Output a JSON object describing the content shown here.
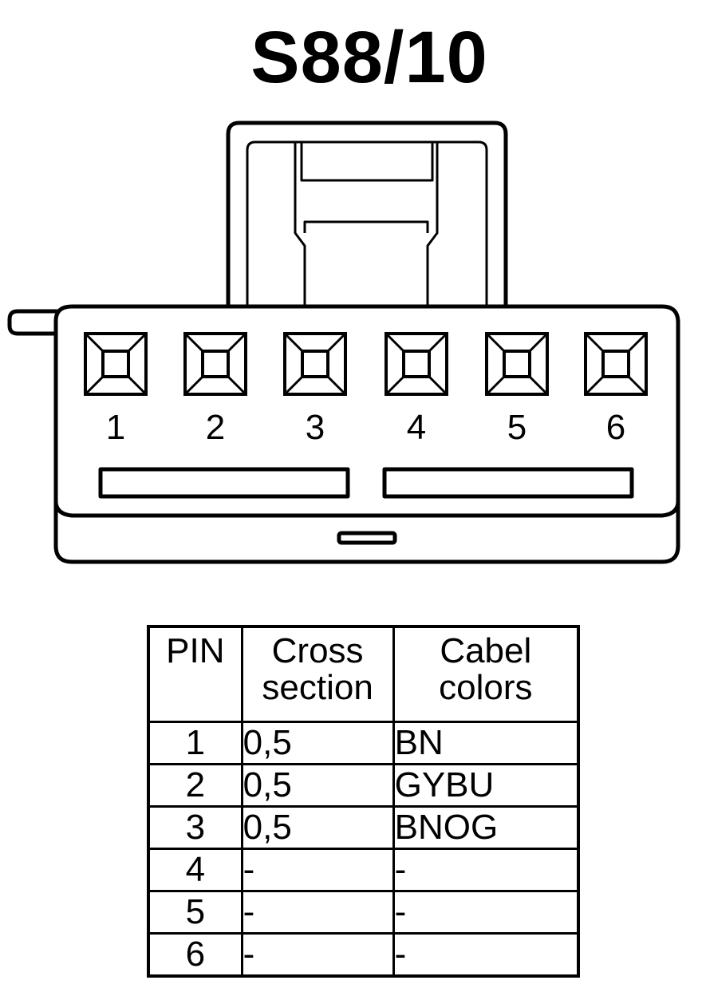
{
  "title": "S88/10",
  "pins": [
    "1",
    "2",
    "3",
    "4",
    "5",
    "6"
  ],
  "table": {
    "headers": {
      "pin": "PIN",
      "cross_line1": "Cross",
      "cross_line2": "section",
      "colors_line1": "Cabel",
      "colors_line2": "colors"
    },
    "rows": [
      {
        "pin": "1",
        "cross": "0,5",
        "color": "BN"
      },
      {
        "pin": "2",
        "cross": "0,5",
        "color": "GYBU"
      },
      {
        "pin": "3",
        "cross": "0,5",
        "color": "BNOG"
      },
      {
        "pin": "4",
        "cross": "-",
        "color": "-"
      },
      {
        "pin": "5",
        "cross": "-",
        "color": "-"
      },
      {
        "pin": "6",
        "cross": "-",
        "color": "-"
      }
    ]
  }
}
